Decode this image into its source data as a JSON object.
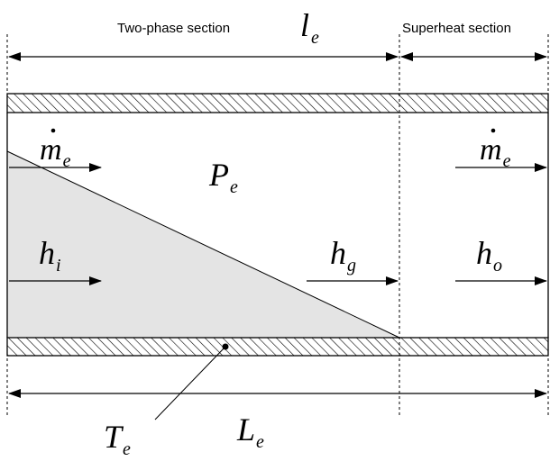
{
  "sections": {
    "two_phase_label": "Two-phase section",
    "superheat_label": "Superheat section"
  },
  "symbols": {
    "l_e": {
      "main": "l",
      "sub": "e"
    },
    "L_e": {
      "main": "L",
      "sub": "e"
    },
    "T_e": {
      "main": "T",
      "sub": "e"
    },
    "P_e": {
      "main": "P",
      "sub": "e"
    },
    "m_e_left": {
      "main": "m",
      "sub": "e"
    },
    "m_e_right": {
      "main": "m",
      "sub": "e"
    },
    "h_i": {
      "main": "h",
      "sub": "i"
    },
    "h_g": {
      "main": "h",
      "sub": "g"
    },
    "h_o": {
      "main": "h",
      "sub": "o"
    }
  },
  "colors": {
    "liquid_fill": "#e4e4e4",
    "line": "#000000"
  }
}
